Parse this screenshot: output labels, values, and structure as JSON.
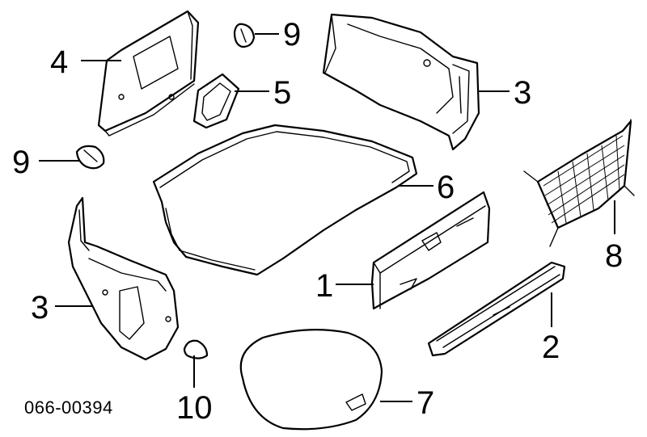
{
  "callouts": {
    "c1": "1",
    "c2": "2",
    "c3_right": "3",
    "c3_left": "3",
    "c4": "4",
    "c5": "5",
    "c6": "6",
    "c7": "7",
    "c8": "8",
    "c9_top": "9",
    "c9_left": "9",
    "c10": "10"
  },
  "diagram_id": "066-00394"
}
